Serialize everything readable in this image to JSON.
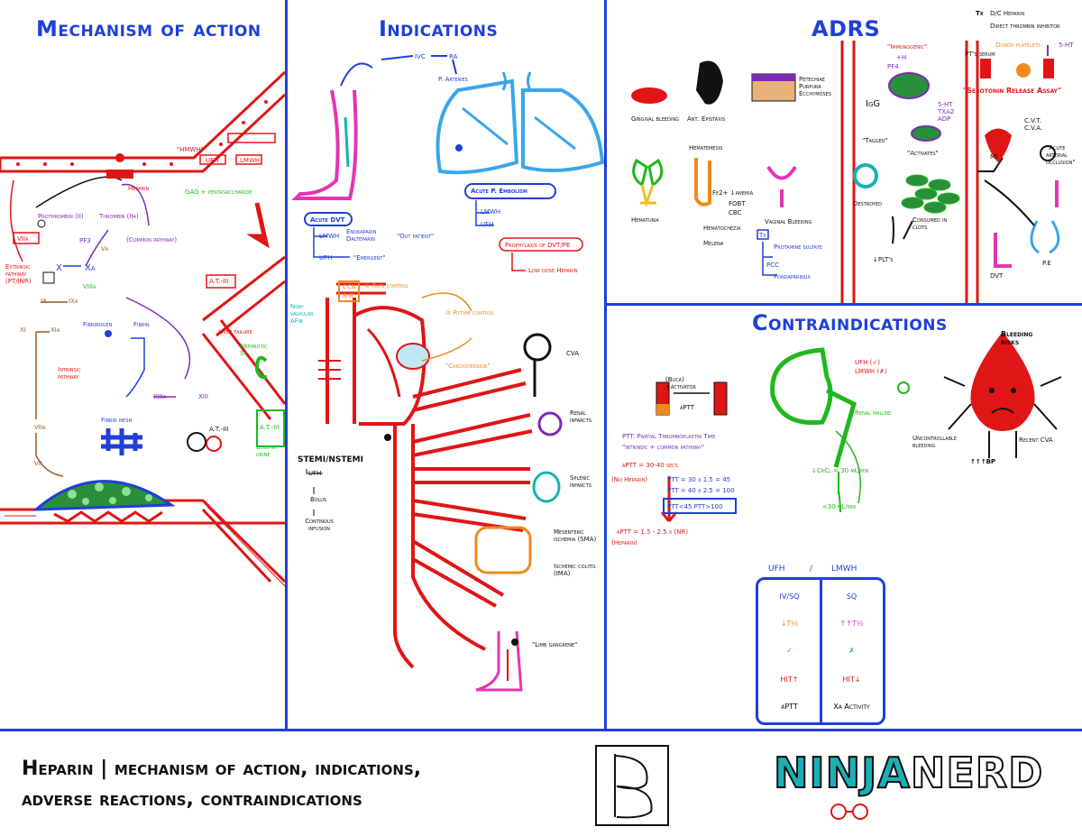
{
  "sections": {
    "moa_title": "Mechanism of action",
    "indications_title": "Indications",
    "adrs_title": "ADRS",
    "contra_title": "Contraindications"
  },
  "moa": {
    "heparin": "Heparin",
    "at3_top": "A.T.-III",
    "at3_mid": "A.T.-III",
    "hmwh": "\"HMWH\"",
    "ufh": "UFH",
    "lmwh": "LMWH",
    "gag": "GAG + pentasaccharide",
    "prothrombin": "Prothrombin (II)",
    "thrombin": "Thrombin (IIa)",
    "pf3": "PF3",
    "va": "Va",
    "common": "(Common pathway)",
    "x": "X",
    "xa": "Xa",
    "viiia": "VIIIa",
    "ix": "IX",
    "ixa": "IXa",
    "xi": "XI",
    "xia": "XIa",
    "viii": "VIIa",
    "vii": "VII",
    "viii_box": "VIIa",
    "extrinsic": "Extrinsic pathway (PT/INR)",
    "intrinsic": "Intrinsic pathway",
    "fibrinogen": "Fibrinogen",
    "fibrin": "Fibrin",
    "xiii": "XIII",
    "xiiia": "XIIIa",
    "fibrin_mesh": "Fibrin mesh",
    "liver": "Liver failure",
    "nephrotic": "Nephrotic Sx",
    "loss_urine": "Loss in urine",
    "at3_box": "A.T.-III",
    "at3_2": "A.T.-III"
  },
  "ind": {
    "ivc": "IVC",
    "ra": "RA",
    "part": "P. Arteries",
    "ape": "Acute P. Embolism",
    "adv": "Acute DVT",
    "lmwh": "LMWH",
    "ufh": "UFH",
    "enox": "Enoxaparin Dalteparin",
    "outpt": "\"Out patient\"",
    "emerg": "\"Emergent\"",
    "lmwh2": "LMWH",
    "ufh2": "UFH",
    "proph": "Prophylaxis of DVT/PE",
    "low": "Low dose Heparin",
    "nvaf": "Non-valvular AFib",
    "ccb": "CCB",
    "bb": "B-B",
    "rate": "① Rate control",
    "rhythm": "② Rythm control",
    "cardio": "\"Cardioversion\"",
    "cva": "CVA",
    "renal": "Renal infarcts",
    "splenic": "Splenic infarcts",
    "mesenteric": "Mesenteric ischemia (SMA)",
    "colitis": "Ischemic colitis (IMA)",
    "limb": "\"Limb gangrene\"",
    "stemi": "STEMI/NSTEMI",
    "ufh3": "UFH",
    "bolus": "Bolus",
    "cont": "Continous infusion"
  },
  "adrs": {
    "gingival": "Gingival bleeding",
    "epistaxis": "Ant. Epistaxis",
    "skin": "Petechiae Purpura Ecchymoses",
    "hematuria": "Hematuria",
    "hematemesis": "Hematemesis",
    "fe": "Fe2+ ↓anemia",
    "fobt": "FOBT",
    "cbc": "CBC",
    "hematochezia": "Hematochezia",
    "melena": "Melena",
    "vaginal": "Vaginal Bleeding",
    "tx": "Tx",
    "protamine": "Protamine sulfate",
    "pcc": "PCC",
    "fonda": "Fondaparinux",
    "dc": "D/C Heparin",
    "dti": "Direct thrombin inhibitor",
    "immuno": "\"Immunogenic\"",
    "pf4": "PF4",
    "h": "+H",
    "igg": "IgG",
    "tagged": "\"Tagged\"",
    "activates": "\"Activates\"",
    "ht": "5-HT TXA2 ADP",
    "destroyed": "Destroyed",
    "consumed": "Consumed in clots",
    "plts": "↓PLT's",
    "pts_serum": "PT's serum",
    "donor": "Donor platelets",
    "sra": "\"Serotonin Release Assay\"",
    "ht2": "5-HT",
    "mi": "MI",
    "cvt": "C.V.T. C.V.A.",
    "aao": "\"Acute arterial occlusion\"",
    "dvt": "DVT",
    "pe": "P.E"
  },
  "contra": {
    "buca": "(Buca) +activator",
    "aptt": "aPTT",
    "ptt": "PTT: Partial Thromboplastin Time",
    "icp": "\"intrinsic + common pathway\"",
    "aptt_normal": "aPTT = 30-40 secs",
    "no_heparin": "(No Heparin)",
    "calc1": "PTT = 30 x 1.5 = 45",
    "calc2": "PTT = 40 x 2.5 = 100",
    "range": "PTT<45  PTT>100",
    "aptt_hep": "aPTT = 1.5 - 2.5 x (NR)",
    "heparin": "(Heparin)",
    "ufh_ok": "UFH (✓)",
    "lmwh_x": "LMWH (✗)",
    "renal": "Renal failure",
    "crcl": "↓CrCl = 30 mL/min",
    "lt30": "<30 mL/min",
    "bleeding": "Bleeding risks",
    "uncontrollable": "Uncontrollable bleeding",
    "recent_cva": "Recent CVA",
    "bp": "↑↑↑BP"
  },
  "table": {
    "h_ufh": "UFH",
    "h_sep": "/",
    "h_lmwh": "LMWH",
    "ufh": [
      "IV/SQ",
      "↓T½",
      "✓",
      "HIT↑",
      "aPTT"
    ],
    "lmwh": [
      "SQ",
      "↑↑T½",
      "✗",
      "HIT↓",
      "Xa Activity"
    ]
  },
  "footer": {
    "line1": "Heparin | mechanism of action, indications,",
    "line2": "adverse reactions, contraindications",
    "brand_a": "NINJA",
    "brand_b": "NERD"
  }
}
